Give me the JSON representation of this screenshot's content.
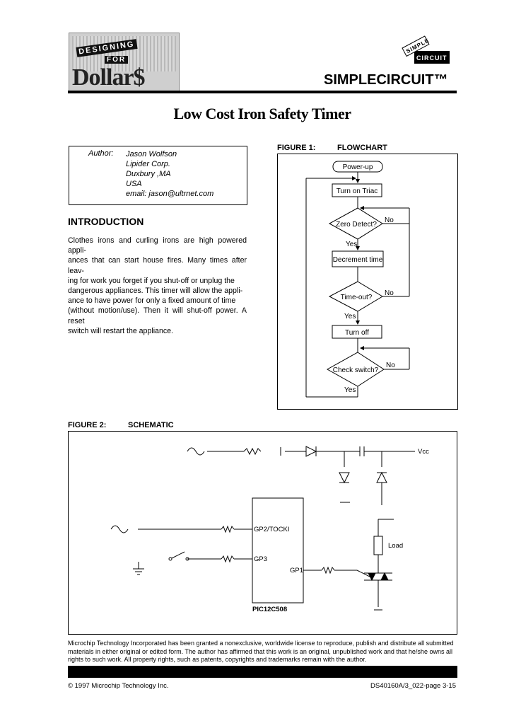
{
  "header": {
    "logo_text_designing": "DESIGNING",
    "logo_text_for": "FOR",
    "logo_text_dollars": "Dollar$",
    "badge_line1": "SIMPLE",
    "badge_line2": "CIRCUIT",
    "brand_title": "SIMPLECIRCUIT™"
  },
  "title": "Low Cost Iron Safety Timer",
  "author_box": {
    "label": "Author:",
    "lines": [
      "Jason Wolfson",
      "Lipider Corp.",
      "Duxbury ,MA",
      "USA",
      "email: jason@ultrnet.com"
    ]
  },
  "introduction": {
    "heading": "INTRODUCTION",
    "lines": [
      "Clothes irons and curling irons are high powered appli-",
      "ances that can start house fires. Many times after leav-",
      "ing for work you forget if you shut-off or unplug the",
      "dangerous appliances. This timer will allow the appli-",
      "ance to have power for only a fixed amount of time",
      "(without motion/use). Then it will shut-off power. A reset",
      "switch will restart the appliance."
    ]
  },
  "figure1": {
    "number": "FIGURE 1:",
    "caption": "FLOWCHART",
    "nodes": {
      "start": "Power-up",
      "turn_on": "Turn on Triac",
      "zero_detect": "Zero Detect?",
      "decrement": "Decrement time",
      "timeout": "Time-out?",
      "turn_off": "Turn off",
      "check_switch": "Check switch?"
    },
    "labels": {
      "yes": "Yes",
      "no": "No"
    }
  },
  "figure2": {
    "number": "FIGURE 2:",
    "caption": "SCHEMATIC",
    "labels": {
      "vcc": "Vcc",
      "gp2": "GP2/TOCKI",
      "gp3": "GP3",
      "gp1": "GP1",
      "load": "Load",
      "chip": "PIC12C508"
    }
  },
  "disclaimer": "Microchip Technology Incorporated has been granted a nonexclusive, worldwide license to reproduce, publish and distribute all submitted materials in either original or edited form. The author has affirmed that this work is an original, unpublished work and that he/she owns all rights to such work. All property rights, such as patents, copyrights and trademarks remain with the author.",
  "footer": {
    "left": "© 1997 Microchip Technology Inc.",
    "right": "DS40160A/3_022-page  3-15"
  }
}
